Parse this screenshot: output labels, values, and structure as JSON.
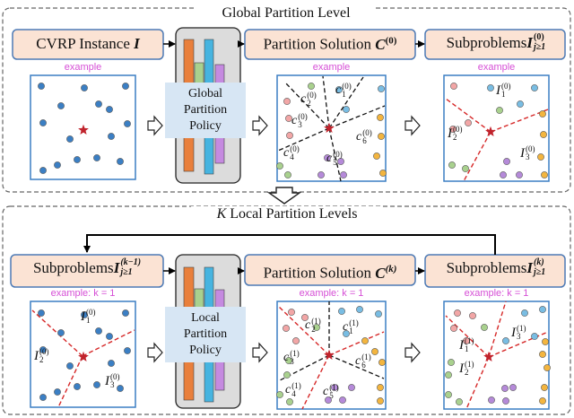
{
  "global": {
    "section_title": "Global Partition Level",
    "cvrp_box": {
      "text": "CVRP Instance ",
      "var": "I"
    },
    "partition_box": {
      "text": "Partition Solution ",
      "var": "C",
      "sup": "(0)"
    },
    "subproblems_box": {
      "text": "Subproblems ",
      "var": "I",
      "sup": "(0)",
      "sub": "j≥1"
    },
    "example_labels": [
      "example",
      "example",
      "example"
    ],
    "policy_lines": [
      "Global",
      "Partition",
      "Policy"
    ],
    "cluster_labels": [
      {
        "base": "c",
        "sub": "1",
        "sup": "(0)"
      },
      {
        "base": "c",
        "sub": "2",
        "sup": "(0)"
      },
      {
        "base": "c",
        "sub": "3",
        "sup": "(0)"
      },
      {
        "base": "c",
        "sub": "4",
        "sup": "(0)"
      },
      {
        "base": "c",
        "sub": "5",
        "sup": "(0)"
      },
      {
        "base": "c",
        "sub": "6",
        "sup": "(0)"
      }
    ],
    "subproblem_labels": [
      {
        "base": "I",
        "sub": "1",
        "sup": "(0)"
      },
      {
        "base": "I",
        "sub": "2",
        "sup": "(0)"
      },
      {
        "base": "I",
        "sub": "3",
        "sup": "(0)"
      }
    ]
  },
  "local": {
    "section_title_var": "K",
    "section_title": " Local Partition Levels",
    "subproblems_in_box": {
      "text": "Subproblems ",
      "var": "I",
      "sup": "(k−1)",
      "sub": "j≥1"
    },
    "partition_box": {
      "text": "Partition Solution ",
      "var": "C",
      "sup": "(k)"
    },
    "subproblems_out_box": {
      "text": "Subproblems ",
      "var": "I",
      "sup": "(k)",
      "sub": "j≥1"
    },
    "example_labels": [
      "example: k = 1",
      "example: k = 1",
      "example: k = 1"
    ],
    "policy_lines": [
      "Local",
      "Partition",
      "Policy"
    ],
    "input_labels": [
      {
        "base": "I",
        "sub": "1",
        "sup": "(0)"
      },
      {
        "base": "I",
        "sub": "2",
        "sup": "(0)"
      },
      {
        "base": "I",
        "sub": "3",
        "sup": "(0)"
      }
    ],
    "cluster_labels": [
      {
        "base": "c",
        "sub": "2",
        "sup": "(1)"
      },
      {
        "base": "c",
        "sub": "1",
        "sup": "(1)"
      },
      {
        "base": "c",
        "sub": "3",
        "sup": "(1)"
      },
      {
        "base": "c",
        "sub": "6",
        "sup": "(1)"
      },
      {
        "base": "c",
        "sub": "4",
        "sup": "(1)"
      },
      {
        "base": "c",
        "sub": "5",
        "sup": "(1)"
      }
    ],
    "output_labels": [
      {
        "base": "I",
        "sub": "3",
        "sup": "(1)"
      },
      {
        "base": "I",
        "sub": "1",
        "sup": "(1)"
      },
      {
        "base": "I",
        "sub": "2",
        "sup": "(1)"
      }
    ]
  },
  "colors": {
    "box_fill": "#fbe3d4",
    "box_stroke": "#4d7ab5",
    "dot_blue": "#3b7fc4",
    "dot_green": "#a9d18e",
    "dot_purple": "#b58ad9",
    "dot_orange": "#f3b53f",
    "dot_pink": "#f2a6a6",
    "dot_lightblue": "#79bde3",
    "depot": "#c0232c",
    "divider_red": "#d62828",
    "example_text": "#d64fd6",
    "bar_orange": "#e97f3b",
    "bar_green": "#a9d18e",
    "bar_blue": "#46b4e0",
    "bar_purple": "#c58ae0",
    "policy_panel": "#dcdcdc",
    "policy_label_bg": "#d7e6f4"
  }
}
